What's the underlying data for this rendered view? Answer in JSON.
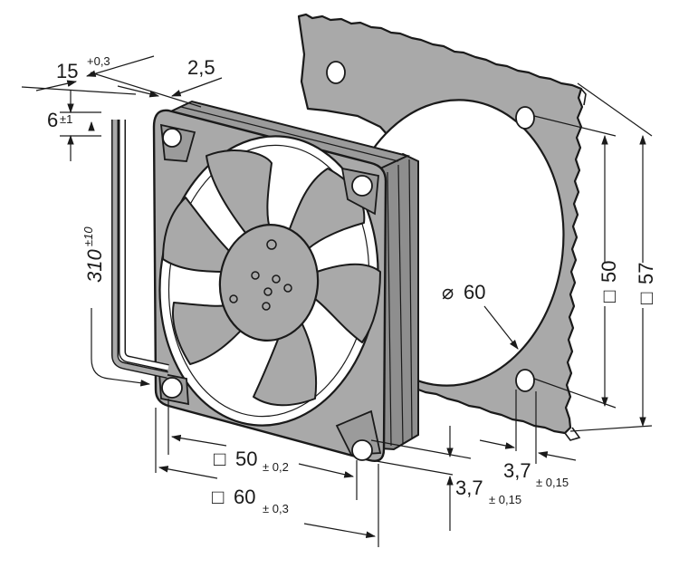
{
  "colors": {
    "fan_fill": "#a9a9a9",
    "fan_dark": "#8e8e8e",
    "outline": "#1a1a1a",
    "background": "#ffffff"
  },
  "dimensions": {
    "depth": {
      "value": "15",
      "tol": "+0,3"
    },
    "flange": {
      "value": "2,5"
    },
    "wire_offset": {
      "value": "6",
      "tol": "±1"
    },
    "wire_length": {
      "value": "310",
      "tol": "±10"
    },
    "bore": {
      "value": "60",
      "symbol": "⌀"
    },
    "cutout_hole_spacing": {
      "value": "50",
      "symbol": "□"
    },
    "cutout_size": {
      "value": "57",
      "symbol": "□"
    },
    "hole_spacing": {
      "value": "50",
      "symbol": "□",
      "tol": "± 0,2"
    },
    "fan_size": {
      "value": "60",
      "symbol": "□",
      "tol": "± 0,3"
    },
    "hole_dia_fan": {
      "value": "3,7",
      "tol": "± 0,15"
    },
    "hole_dia_cutout": {
      "value": "3,7",
      "tol": "± 0,15"
    }
  }
}
